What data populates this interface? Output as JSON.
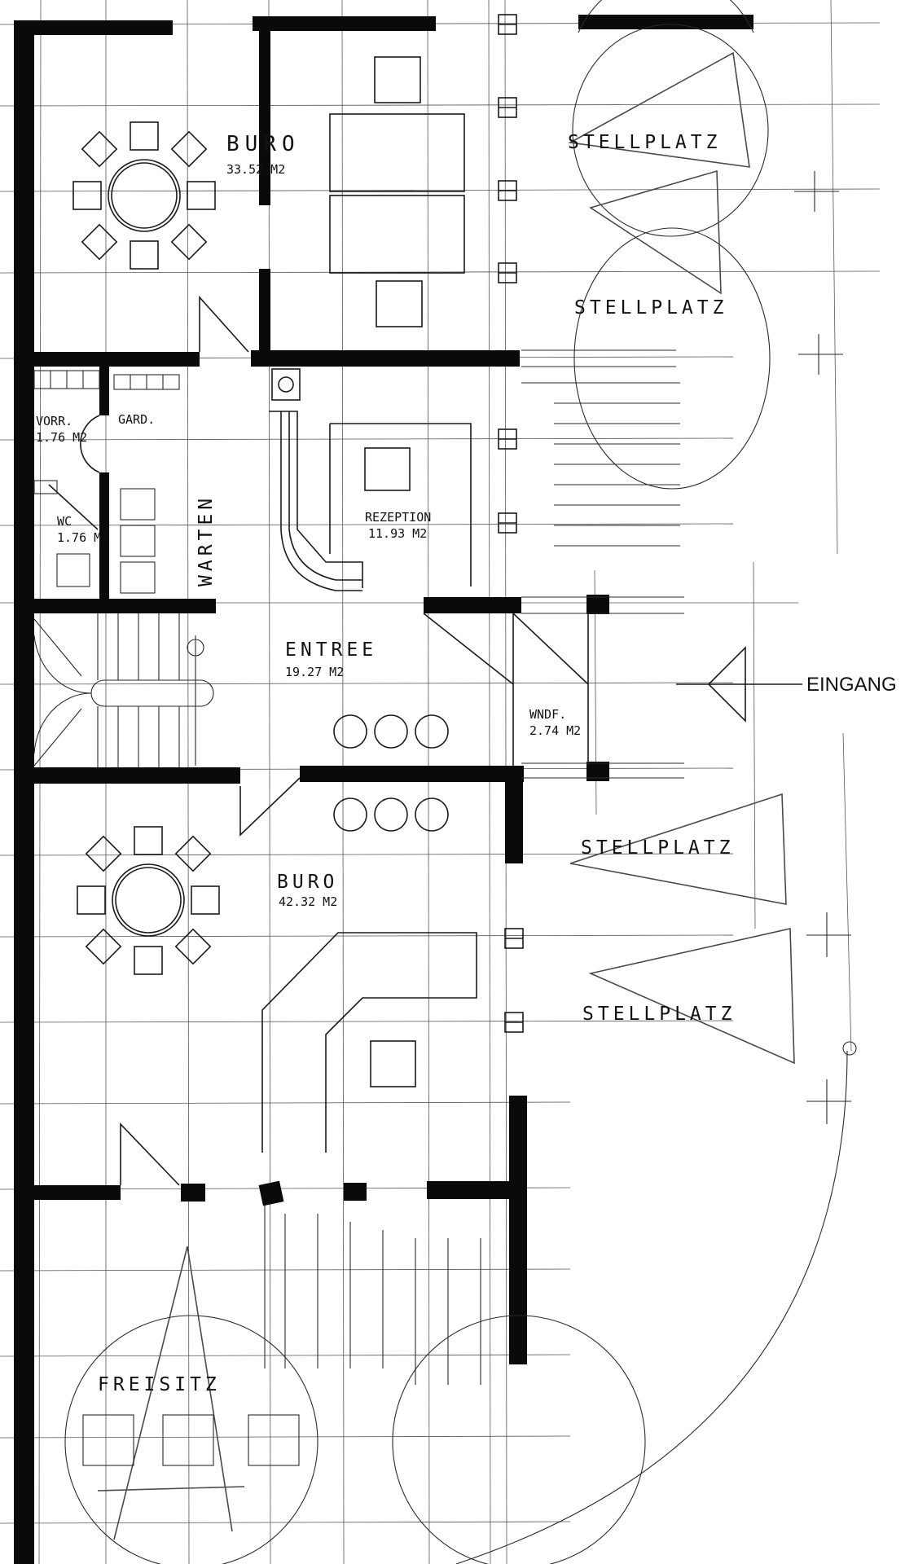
{
  "plan": {
    "rooms": [
      {
        "id": "buro_top",
        "name": "BURO",
        "area": "33.52 M2"
      },
      {
        "id": "vorr",
        "name": "VORR.",
        "area": "1.76 M2"
      },
      {
        "id": "gard",
        "name": "GARD.",
        "area": ""
      },
      {
        "id": "wc",
        "name": "WC",
        "area": "1.76 M2"
      },
      {
        "id": "warten",
        "name": "WARTEN",
        "area": ""
      },
      {
        "id": "rezeption",
        "name": "REZEPTION",
        "area": "11.93 M2"
      },
      {
        "id": "entree",
        "name": "ENTREE",
        "area": "19.27 M2"
      },
      {
        "id": "windf",
        "name": "WNDF.",
        "area": "2.74 M2"
      },
      {
        "id": "buro_bottom",
        "name": "BURO",
        "area": "42.32 M2"
      }
    ],
    "outdoor": {
      "stellplatz_1": "STELLPLATZ",
      "stellplatz_2": "STELLPLATZ",
      "stellplatz_3": "STELLPLATZ",
      "stellplatz_4": "STELLPLATZ",
      "freisitz": "FREISITZ"
    },
    "entrance_label": "EINGANG"
  }
}
